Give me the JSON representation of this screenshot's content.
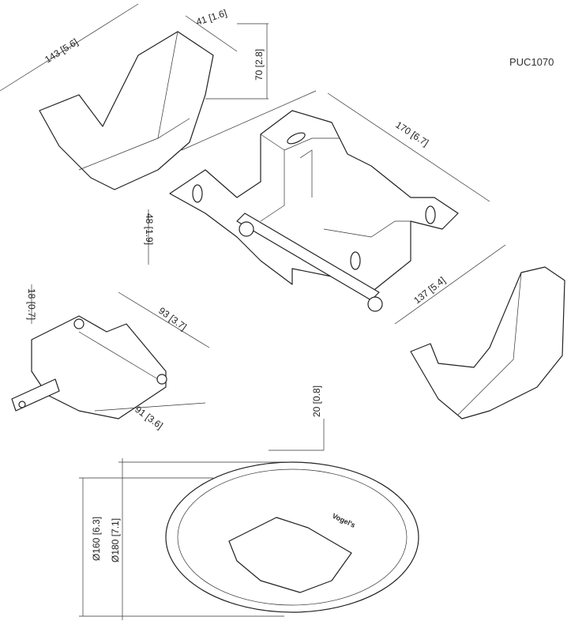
{
  "title": "PUC1070",
  "logo_text": "Vogel's",
  "dimensions": {
    "cover_width": "143 [5.6]",
    "cover_depth": "41 [1.6]",
    "cover_height": "70 [2.8]",
    "plate_length": "170 [6.7]",
    "plate_height": "48 [1.9]",
    "plate_width": "137 [5.4]",
    "bracket_height": "18 [0.7]",
    "bracket_length": "93 [3.7]",
    "bracket_width": "91 [3.6]",
    "ceiling_plate_height": "20 [0.8]",
    "inner_diameter": "Ø160 [6.3]",
    "outer_diameter": "Ø180 [7.1]"
  }
}
